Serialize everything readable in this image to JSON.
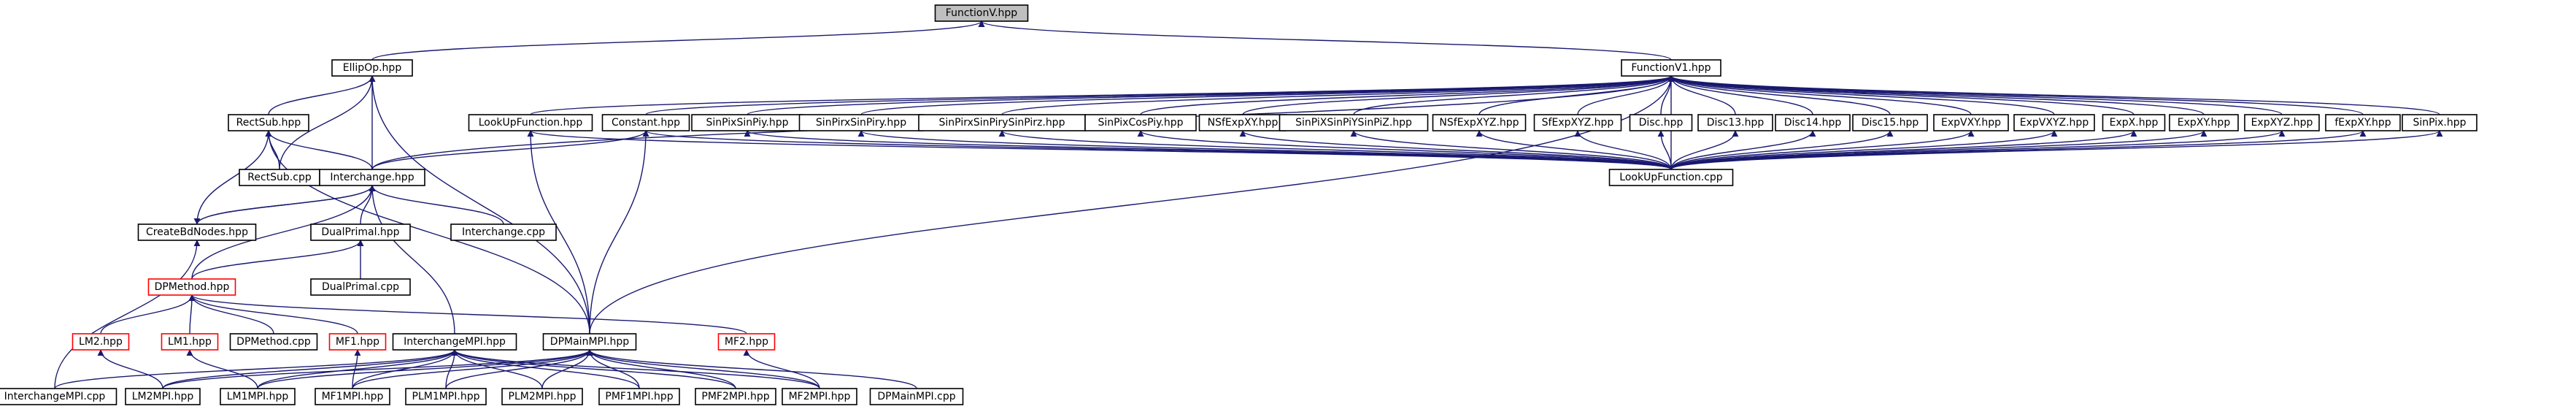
{
  "colors": {
    "background": "#ffffff",
    "root_fill": "#bfbfbf",
    "node_fill": "#ffffff",
    "node_border": "#000000",
    "incomplete_border": "#ff0000",
    "edge": "#191970"
  },
  "nodes": [
    {
      "id": "functionv",
      "label": "FunctionV.hpp",
      "style": "root"
    },
    {
      "id": "ellipop",
      "label": "EllipOp.hpp",
      "style": "normal"
    },
    {
      "id": "functionv1",
      "label": "FunctionV1.hpp",
      "style": "normal"
    },
    {
      "id": "rectsub_hpp",
      "label": "RectSub.hpp",
      "style": "normal"
    },
    {
      "id": "lookupfunction_hpp",
      "label": "LookUpFunction.hpp",
      "style": "normal"
    },
    {
      "id": "constant",
      "label": "Constant.hpp",
      "style": "normal"
    },
    {
      "id": "sinpixsinpiy",
      "label": "SinPixSinPiy.hpp",
      "style": "normal"
    },
    {
      "id": "sinpirxsinpiry",
      "label": "SinPirxSinPiry.hpp",
      "style": "normal"
    },
    {
      "id": "sinpirxsinpirysinpirz",
      "label": "SinPirxSinPirySinPirz.hpp",
      "style": "normal"
    },
    {
      "id": "sinpixcospiy",
      "label": "SinPixCosPiy.hpp",
      "style": "normal"
    },
    {
      "id": "nsfexpxy",
      "label": "NSfExpXY.hpp",
      "style": "normal"
    },
    {
      "id": "sinpixsinpiysinpiz",
      "label": "SinPiXSinPiYSinPiZ.hpp",
      "style": "normal"
    },
    {
      "id": "nsfexpxyz",
      "label": "NSfExpXYZ.hpp",
      "style": "normal"
    },
    {
      "id": "sfexpxyz",
      "label": "SfExpXYZ.hpp",
      "style": "normal"
    },
    {
      "id": "disc",
      "label": "Disc.hpp",
      "style": "normal"
    },
    {
      "id": "disc13",
      "label": "Disc13.hpp",
      "style": "normal"
    },
    {
      "id": "disc14",
      "label": "Disc14.hpp",
      "style": "normal"
    },
    {
      "id": "disc15",
      "label": "Disc15.hpp",
      "style": "normal"
    },
    {
      "id": "expvxy",
      "label": "ExpVXY.hpp",
      "style": "normal"
    },
    {
      "id": "expvxyz",
      "label": "ExpVXYZ.hpp",
      "style": "normal"
    },
    {
      "id": "expx",
      "label": "ExpX.hpp",
      "style": "normal"
    },
    {
      "id": "expxy",
      "label": "ExpXY.hpp",
      "style": "normal"
    },
    {
      "id": "expxyz",
      "label": "ExpXYZ.hpp",
      "style": "normal"
    },
    {
      "id": "fexpxy",
      "label": "fExpXY.hpp",
      "style": "normal"
    },
    {
      "id": "sinpix",
      "label": "SinPix.hpp",
      "style": "normal"
    },
    {
      "id": "rectsub_cpp",
      "label": "RectSub.cpp",
      "style": "normal"
    },
    {
      "id": "interchange_hpp",
      "label": "Interchange.hpp",
      "style": "normal"
    },
    {
      "id": "lookupfunction_cpp",
      "label": "LookUpFunction.cpp",
      "style": "normal"
    },
    {
      "id": "createbdnodes",
      "label": "CreateBdNodes.hpp",
      "style": "normal"
    },
    {
      "id": "dualprimal_hpp",
      "label": "DualPrimal.hpp",
      "style": "normal"
    },
    {
      "id": "interchange_cpp",
      "label": "Interchange.cpp",
      "style": "normal"
    },
    {
      "id": "dualprimal_cpp",
      "label": "DualPrimal.cpp",
      "style": "normal"
    },
    {
      "id": "dpmethod_hpp",
      "label": "DPMethod.hpp",
      "style": "incomplete"
    },
    {
      "id": "lm2_hpp",
      "label": "LM2.hpp",
      "style": "incomplete"
    },
    {
      "id": "lm1_hpp",
      "label": "LM1.hpp",
      "style": "incomplete"
    },
    {
      "id": "dpmethod_cpp",
      "label": "DPMethod.cpp",
      "style": "normal"
    },
    {
      "id": "mf1_hpp",
      "label": "MF1.hpp",
      "style": "incomplete"
    },
    {
      "id": "interchangempi_hpp",
      "label": "InterchangeMPI.hpp",
      "style": "normal"
    },
    {
      "id": "dpmainmpi_hpp",
      "label": "DPMainMPI.hpp",
      "style": "normal"
    },
    {
      "id": "mf2_hpp",
      "label": "MF2.hpp",
      "style": "incomplete"
    },
    {
      "id": "interchangempi_cpp",
      "label": "InterchangeMPI.cpp",
      "style": "normal"
    },
    {
      "id": "lm2mpi",
      "label": "LM2MPI.hpp",
      "style": "normal"
    },
    {
      "id": "lm1mpi",
      "label": "LM1MPI.hpp",
      "style": "normal"
    },
    {
      "id": "mf1mpi",
      "label": "MF1MPI.hpp",
      "style": "normal"
    },
    {
      "id": "plm1mpi",
      "label": "PLM1MPI.hpp",
      "style": "normal"
    },
    {
      "id": "plm2mpi",
      "label": "PLM2MPI.hpp",
      "style": "normal"
    },
    {
      "id": "pmf1mpi",
      "label": "PMF1MPI.hpp",
      "style": "normal"
    },
    {
      "id": "pmf2mpi",
      "label": "PMF2MPI.hpp",
      "style": "normal"
    },
    {
      "id": "mf2mpi",
      "label": "MF2MPI.hpp",
      "style": "normal"
    },
    {
      "id": "dpmainmpi_cpp",
      "label": "DPMainMPI.cpp",
      "style": "normal"
    }
  ],
  "edges": [
    [
      "functionv",
      "ellipop"
    ],
    [
      "functionv",
      "functionv1"
    ],
    [
      "ellipop",
      "rectsub_hpp"
    ],
    [
      "ellipop",
      "rectsub_cpp"
    ],
    [
      "ellipop",
      "interchange_hpp"
    ],
    [
      "ellipop",
      "dpmainmpi_hpp"
    ],
    [
      "functionv1",
      "lookupfunction_hpp"
    ],
    [
      "functionv1",
      "constant"
    ],
    [
      "functionv1",
      "sinpixsinpiy"
    ],
    [
      "functionv1",
      "sinpirxsinpiry"
    ],
    [
      "functionv1",
      "sinpirxsinpirysinpirz"
    ],
    [
      "functionv1",
      "sinpixcospiy"
    ],
    [
      "functionv1",
      "nsfexpxy"
    ],
    [
      "functionv1",
      "sinpixsinpiysinpiz"
    ],
    [
      "functionv1",
      "nsfexpxyz"
    ],
    [
      "functionv1",
      "sfexpxyz"
    ],
    [
      "functionv1",
      "disc"
    ],
    [
      "functionv1",
      "disc13"
    ],
    [
      "functionv1",
      "disc14"
    ],
    [
      "functionv1",
      "disc15"
    ],
    [
      "functionv1",
      "expvxy"
    ],
    [
      "functionv1",
      "expvxyz"
    ],
    [
      "functionv1",
      "expx"
    ],
    [
      "functionv1",
      "expxy"
    ],
    [
      "functionv1",
      "expxyz"
    ],
    [
      "functionv1",
      "fexpxy"
    ],
    [
      "functionv1",
      "sinpix"
    ],
    [
      "functionv1",
      "interchange_hpp"
    ],
    [
      "functionv1",
      "lookupfunction_cpp"
    ],
    [
      "functionv1",
      "dpmainmpi_hpp"
    ],
    [
      "rectsub_hpp",
      "rectsub_cpp"
    ],
    [
      "rectsub_hpp",
      "interchange_hpp"
    ],
    [
      "rectsub_hpp",
      "createbdnodes"
    ],
    [
      "rectsub_hpp",
      "dpmainmpi_hpp"
    ],
    [
      "lookupfunction_hpp",
      "lookupfunction_cpp"
    ],
    [
      "lookupfunction_hpp",
      "dpmainmpi_hpp"
    ],
    [
      "constant",
      "interchange_hpp"
    ],
    [
      "constant",
      "lookupfunction_cpp"
    ],
    [
      "constant",
      "dpmainmpi_hpp"
    ],
    [
      "sinpixsinpiy",
      "lookupfunction_cpp"
    ],
    [
      "sinpirxsinpiry",
      "lookupfunction_cpp"
    ],
    [
      "sinpirxsinpirysinpirz",
      "lookupfunction_cpp"
    ],
    [
      "sinpixcospiy",
      "lookupfunction_cpp"
    ],
    [
      "nsfexpxy",
      "lookupfunction_cpp"
    ],
    [
      "sinpixsinpiysinpiz",
      "lookupfunction_cpp"
    ],
    [
      "nsfexpxyz",
      "lookupfunction_cpp"
    ],
    [
      "sfexpxyz",
      "lookupfunction_cpp"
    ],
    [
      "disc",
      "lookupfunction_cpp"
    ],
    [
      "disc13",
      "lookupfunction_cpp"
    ],
    [
      "disc14",
      "lookupfunction_cpp"
    ],
    [
      "disc15",
      "lookupfunction_cpp"
    ],
    [
      "expvxy",
      "lookupfunction_cpp"
    ],
    [
      "expvxyz",
      "lookupfunction_cpp"
    ],
    [
      "expx",
      "lookupfunction_cpp"
    ],
    [
      "expxy",
      "lookupfunction_cpp"
    ],
    [
      "expxyz",
      "lookupfunction_cpp"
    ],
    [
      "fexpxy",
      "lookupfunction_cpp"
    ],
    [
      "sinpix",
      "lookupfunction_cpp"
    ],
    [
      "interchange_hpp",
      "createbdnodes"
    ],
    [
      "interchange_hpp",
      "dualprimal_hpp"
    ],
    [
      "interchange_hpp",
      "interchange_cpp"
    ],
    [
      "interchange_hpp",
      "dpmethod_hpp"
    ],
    [
      "interchange_hpp",
      "interchangempi_hpp"
    ],
    [
      "createbdnodes",
      "interchange_hpp"
    ],
    [
      "createbdnodes",
      "interchangempi_cpp"
    ],
    [
      "dualprimal_hpp",
      "dualprimal_cpp"
    ],
    [
      "dualprimal_hpp",
      "dpmethod_hpp"
    ],
    [
      "dpmethod_hpp",
      "lm2_hpp"
    ],
    [
      "dpmethod_hpp",
      "lm1_hpp"
    ],
    [
      "dpmethod_hpp",
      "dpmethod_cpp"
    ],
    [
      "dpmethod_hpp",
      "mf1_hpp"
    ],
    [
      "dpmethod_hpp",
      "mf2_hpp"
    ],
    [
      "lm2_hpp",
      "lm2mpi"
    ],
    [
      "lm1_hpp",
      "lm1mpi"
    ],
    [
      "mf1_hpp",
      "mf1mpi"
    ],
    [
      "mf2_hpp",
      "mf2mpi"
    ],
    [
      "interchangempi_hpp",
      "interchangempi_cpp"
    ],
    [
      "interchangempi_hpp",
      "lm2mpi"
    ],
    [
      "interchangempi_hpp",
      "lm1mpi"
    ],
    [
      "interchangempi_hpp",
      "mf1mpi"
    ],
    [
      "interchangempi_hpp",
      "plm1mpi"
    ],
    [
      "interchangempi_hpp",
      "plm2mpi"
    ],
    [
      "interchangempi_hpp",
      "pmf1mpi"
    ],
    [
      "interchangempi_hpp",
      "pmf2mpi"
    ],
    [
      "interchangempi_hpp",
      "mf2mpi"
    ],
    [
      "dpmainmpi_hpp",
      "lm2mpi"
    ],
    [
      "dpmainmpi_hpp",
      "lm1mpi"
    ],
    [
      "dpmainmpi_hpp",
      "mf1mpi"
    ],
    [
      "dpmainmpi_hpp",
      "plm1mpi"
    ],
    [
      "dpmainmpi_hpp",
      "plm2mpi"
    ],
    [
      "dpmainmpi_hpp",
      "pmf1mpi"
    ],
    [
      "dpmainmpi_hpp",
      "pmf2mpi"
    ],
    [
      "dpmainmpi_hpp",
      "mf2mpi"
    ],
    [
      "dpmainmpi_hpp",
      "dpmainmpi_cpp"
    ]
  ]
}
